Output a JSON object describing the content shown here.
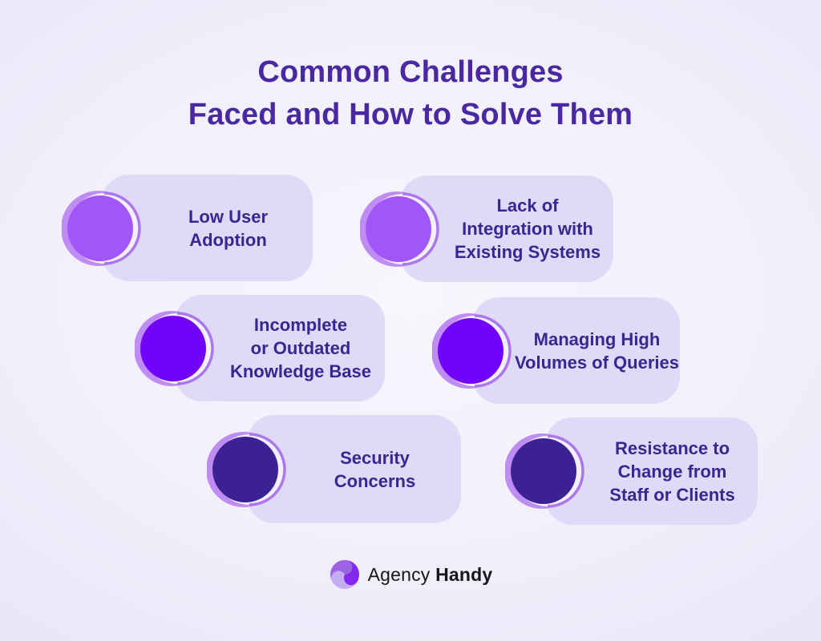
{
  "title": {
    "line1": "Common Challenges",
    "line2": "Faced and How to Solve Them"
  },
  "cards": [
    {
      "id": "low-user-adoption",
      "label": "Low User\nAdoption",
      "circle_color": "#A156F8"
    },
    {
      "id": "lack-of-integration",
      "label": "Lack of\nIntegration with\nExisting Systems",
      "circle_color": "#A156F8"
    },
    {
      "id": "incomplete-knowledge-base",
      "label": "Incomplete\nor Outdated\nKnowledge Base",
      "circle_color": "#7103F8"
    },
    {
      "id": "high-volume-queries",
      "label": "Managing High\nVolumes of Queries",
      "circle_color": "#7103F8"
    },
    {
      "id": "security-concerns",
      "label": "Security\nConcerns",
      "circle_color": "#3B2194"
    },
    {
      "id": "resistance-to-change",
      "label": "Resistance to\nChange from\nStaff or Clients",
      "circle_color": "#3B2194"
    }
  ],
  "icon_colors": {
    "halo": "#BE8CF2",
    "ring": "#AC77EC",
    "gap": "#F2F0FB"
  },
  "brand": {
    "name_regular": "Agency",
    "name_bold": "Handy",
    "logo_right_color": "#8329EF",
    "logo_left_color": "#9C63E4",
    "logo_bottom_color": "#C4ADF1"
  },
  "theme": {
    "page_bg": "#EFEDFA",
    "card_bg": "#DEDAF7",
    "title_color": "#4928A1",
    "card_text_color": "#3B2590"
  }
}
